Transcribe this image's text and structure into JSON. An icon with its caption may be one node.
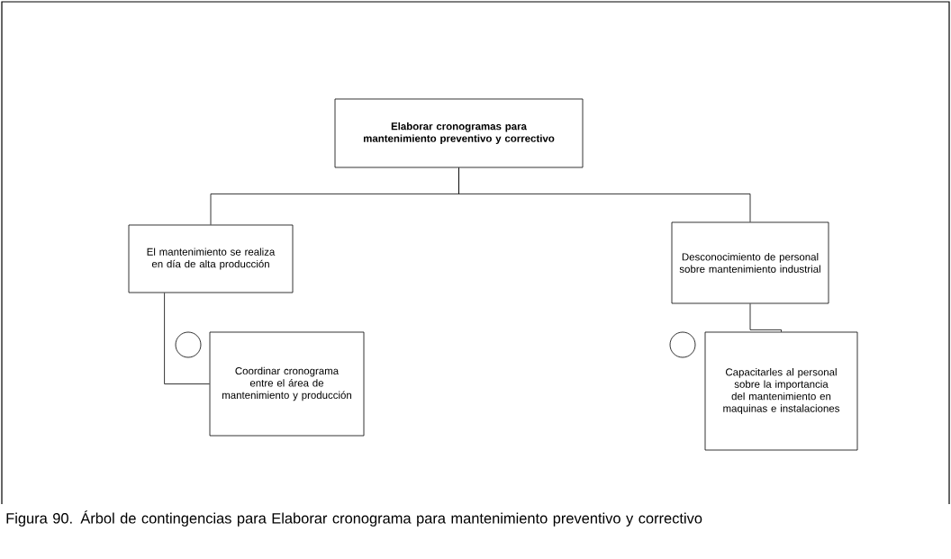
{
  "diagram": {
    "caption": "Figura 90. Árbol de contingencias para Elaborar cronograma para mantenimiento preventivo y correctivo",
    "nodes": [
      {
        "text": [
          "Elaborar cronogramas para mantenimiento preventivo y correctivo"
        ]
      },
      {
        "text": [
          "El mantenimiento se realiza en día de alta producción"
        ]
      },
      {
        "text": [
          "Desconocimiento de personal sobre mantenimiento industrial"
        ]
      },
      {
        "text": [],
        "shape": "circle"
      },
      {
        "text": [
          "Coordinar cronograma entre el área de mantenimiento y producción"
        ]
      },
      {
        "text": [],
        "shape": "circle"
      },
      {
        "text": [
          "Capacitarles al personal sobre la importancia del mantenimiento en maquinas e instalaciones"
        ]
      }
    ],
    "edges": [
      {
        "from": 0,
        "to": 1,
        "arrow": "none"
      },
      {
        "from": 0,
        "to": 2,
        "arrow": "none"
      },
      {
        "from": 1,
        "to": 4,
        "arrow": "none"
      },
      {
        "from": 2,
        "to": 6,
        "arrow": "none"
      }
    ]
  }
}
